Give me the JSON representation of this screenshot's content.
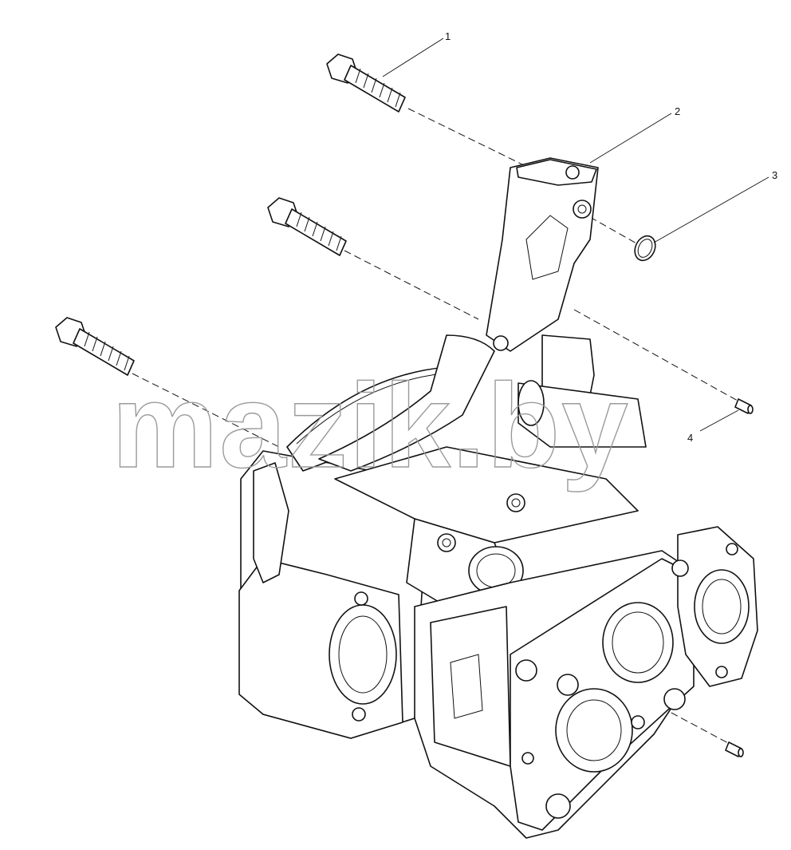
{
  "watermark": "mazik.by",
  "callouts": [
    {
      "id": "1",
      "label": "1"
    },
    {
      "id": "2",
      "label": "2"
    },
    {
      "id": "3",
      "label": "3"
    },
    {
      "id": "4",
      "label": "4"
    }
  ],
  "icons": [
    "bolt-icon",
    "bracket-icon",
    "seal-ring-icon",
    "dowel-pin-icon",
    "pump-body-icon"
  ]
}
